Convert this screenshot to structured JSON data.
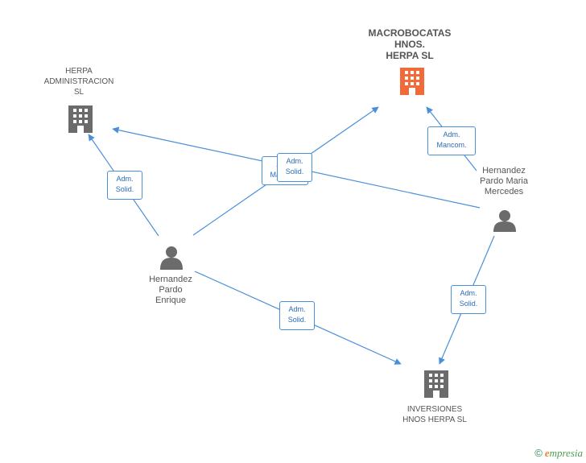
{
  "colors": {
    "edge": "#4a90d9",
    "company_icon": "#6b6b6b",
    "main_company_icon": "#f06a3a",
    "person_icon": "#6b6b6b"
  },
  "nodes": {
    "macrobocatas": {
      "lines": [
        "MACROBOCATAS",
        "HNOS.",
        "HERPA SL"
      ],
      "icon": "building-icon"
    },
    "herpa_admin": {
      "lines": [
        "HERPA",
        "ADMINISTRACION",
        "SL"
      ],
      "icon": "building-icon"
    },
    "inversiones": {
      "lines": [
        "INVERSIONES",
        "HNOS HERPA SL"
      ],
      "icon": "building-icon"
    },
    "enrique": {
      "lines": [
        "Hernandez",
        "Pardo",
        "Enrique"
      ],
      "icon": "person-icon"
    },
    "mercedes": {
      "lines": [
        "Hernandez",
        "Pardo Maria",
        "Mercedes"
      ],
      "icon": "person-icon"
    }
  },
  "edge_labels": {
    "enrique_herpa": [
      "Adm.",
      "Solid."
    ],
    "enrique_macro_back": [
      "Adm.",
      "Mancom."
    ],
    "enrique_macro": [
      "Adm.",
      "Solid."
    ],
    "mercedes_macro": [
      "Adm.",
      "Mancom."
    ],
    "mercedes_inversiones": [
      "Adm.",
      "Solid."
    ],
    "enrique_inversiones": [
      "Adm.",
      "Solid."
    ]
  },
  "footer": {
    "copyright": "©",
    "brand_initial": "e",
    "brand_rest": "mpresia"
  }
}
